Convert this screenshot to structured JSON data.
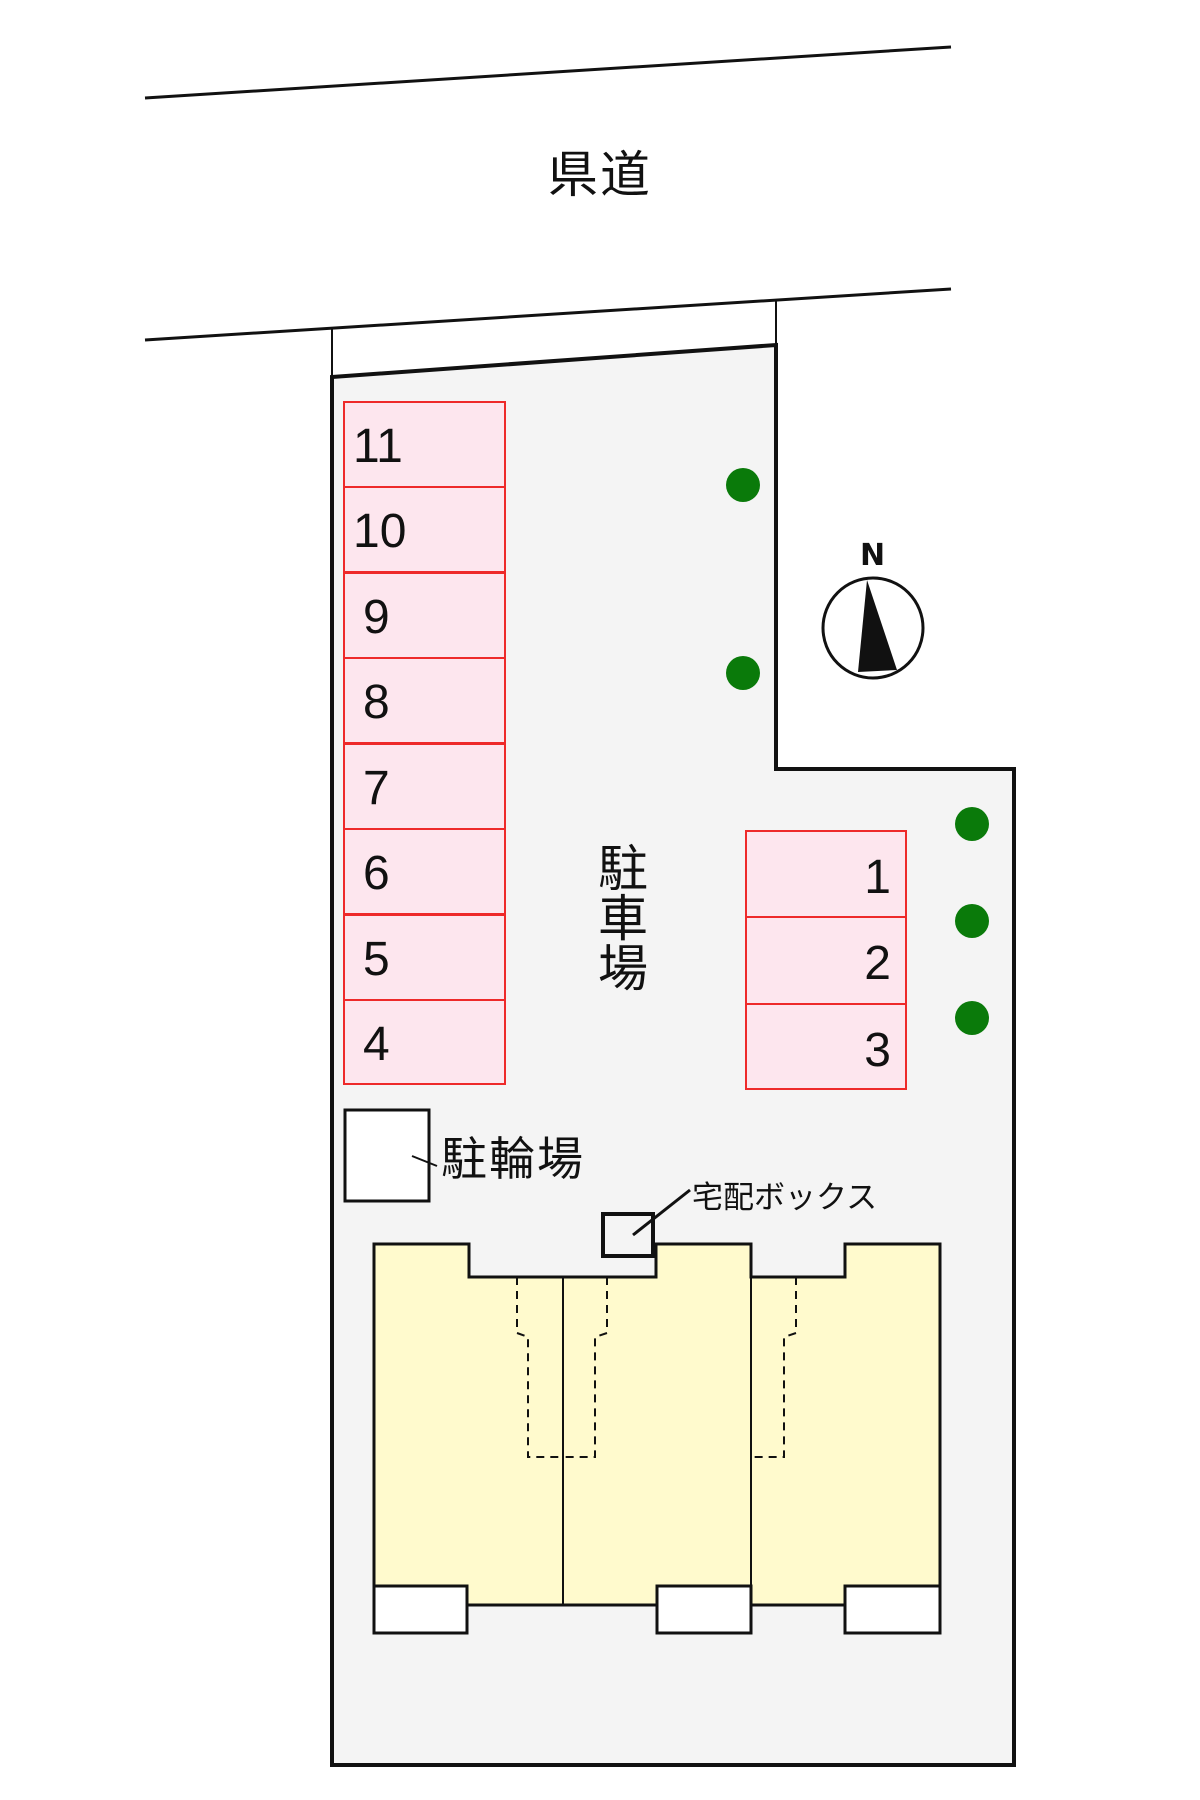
{
  "map": {
    "road_label": "県道",
    "lot_label": "駐車場",
    "bicycle_parking_label": "駐輪場",
    "delivery_box_label": "宅配ボックス",
    "compass": {
      "label": "N"
    }
  },
  "parking": {
    "left_column": [
      "11",
      "10",
      "9",
      "8",
      "7",
      "6",
      "5",
      "4"
    ],
    "right_column": [
      "1",
      "2",
      "3"
    ]
  },
  "buildings": {
    "unit_count": 3
  },
  "colors": {
    "lot_fill": "#f4f4f4",
    "slot_fill": "#fde6ee",
    "slot_border": "#ee2a2a",
    "building_fill": "#fffacd",
    "tree": "#0a7a0a",
    "line": "#111111"
  }
}
